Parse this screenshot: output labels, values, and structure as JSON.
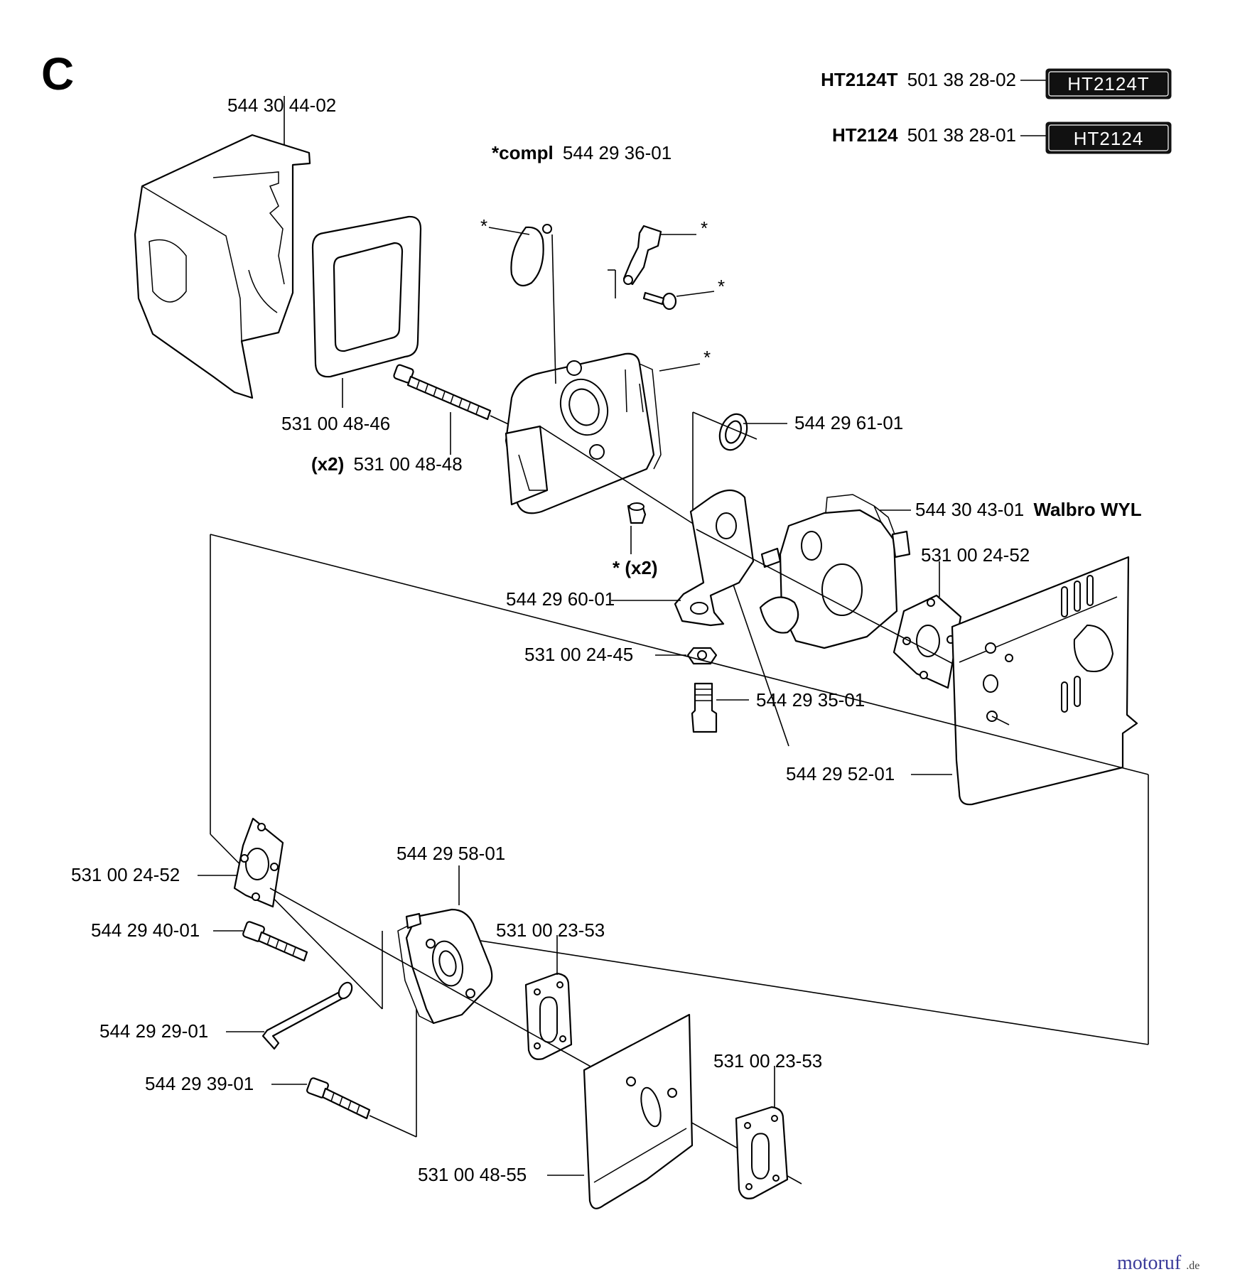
{
  "section_letter": "C",
  "models": [
    {
      "model": "HT2124T",
      "part": "501 38 28-02",
      "badge": "HT2124T"
    },
    {
      "model": "HT2124",
      "part": "501 38 28-01",
      "badge": "HT2124"
    }
  ],
  "compl": {
    "prefix": "*compl",
    "part": "544 29 36-01"
  },
  "labels": {
    "cover": "544 30 44-02",
    "air_filter": "531 00 48-46",
    "screw_prefix": "(x2)",
    "screw": "531 00 48-48",
    "ring": "544 29 61-01",
    "carb": "544 30 43-01",
    "carb_brand": "Walbro WYL",
    "gasket_top": "531 00 24-52",
    "spacer": "* (x2)",
    "bracket": "544 29 60-01",
    "nut": "531 00 24-45",
    "nipple": "544 29 35-01",
    "plate": "544 29 52-01",
    "gasket_left": "531 00 24-52",
    "intake": "544 29 58-01",
    "gasket_mid": "531 00 23-53",
    "bolt_a": "544 29 40-01",
    "rod": "544 29 29-01",
    "bolt_b": "544 29 39-01",
    "gasket_low": "531 00 23-53",
    "heat_shield": "531 00 48-55",
    "star": "*"
  },
  "watermark": {
    "main": "motoruf",
    "suffix": ".de"
  }
}
